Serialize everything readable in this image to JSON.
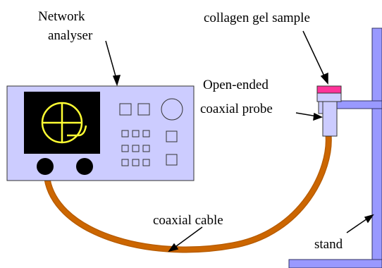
{
  "labels": {
    "network_analyser_line1": "Network",
    "network_analyser_line2": "analyser",
    "collagen_gel_sample": "collagen gel sample",
    "probe_line1": "Open-ended",
    "probe_line2": "coaxial probe",
    "coaxial_cable": "coaxial cable",
    "stand": "stand"
  },
  "colors": {
    "instrument_fill": "#ccccff",
    "screen": "#000000",
    "trace": "#ffff33",
    "cable": "#cc6600",
    "sample": "#ff3399",
    "stand_fill": "#9999ff"
  }
}
